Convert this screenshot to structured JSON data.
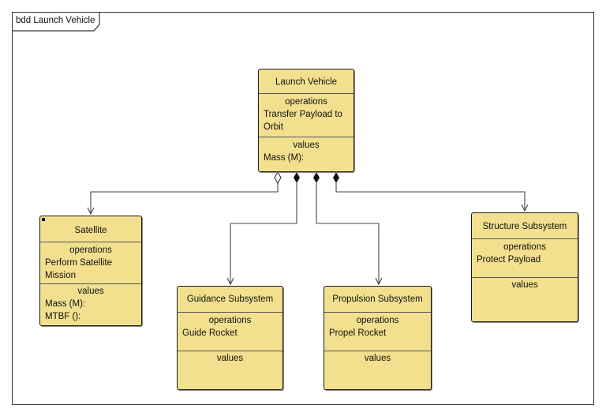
{
  "diagram": {
    "frame_label": "bdd Launch Vehicle",
    "blocks": {
      "launch_vehicle": {
        "name": "Launch Vehicle",
        "operations_header": "operations",
        "operations": [
          "Transfer Payload to",
          "Orbit"
        ],
        "values_header": "values",
        "values": [
          "Mass (M):"
        ]
      },
      "satellite": {
        "name": "Satellite",
        "operations_header": "operations",
        "operations": [
          "Perform Satellite",
          "Mission"
        ],
        "values_header": "values",
        "values": [
          "Mass (M):",
          "MTBF ():"
        ]
      },
      "guidance": {
        "name": "Guidance Subsystem",
        "operations_header": "operations",
        "operations": [
          "Guide Rocket"
        ],
        "values_header": "values",
        "values": []
      },
      "propulsion": {
        "name": "Propulsion Subsystem",
        "operations_header": "operations",
        "operations": [
          "Propel Rocket"
        ],
        "values_header": "values",
        "values": []
      },
      "structure": {
        "name": "Structure Subsystem",
        "operations_header": "operations",
        "operations": [
          "Protect Payload"
        ],
        "values_header": "values",
        "values": []
      }
    },
    "relationships": [
      {
        "from": "launch_vehicle",
        "to": "satellite",
        "kind": "shared-aggregation"
      },
      {
        "from": "launch_vehicle",
        "to": "guidance",
        "kind": "composition"
      },
      {
        "from": "launch_vehicle",
        "to": "propulsion",
        "kind": "composition"
      },
      {
        "from": "launch_vehicle",
        "to": "structure",
        "kind": "composition"
      }
    ],
    "colors": {
      "block_fill": "#f2e08e",
      "border": "#1a1a1a",
      "line": "#444444"
    }
  }
}
